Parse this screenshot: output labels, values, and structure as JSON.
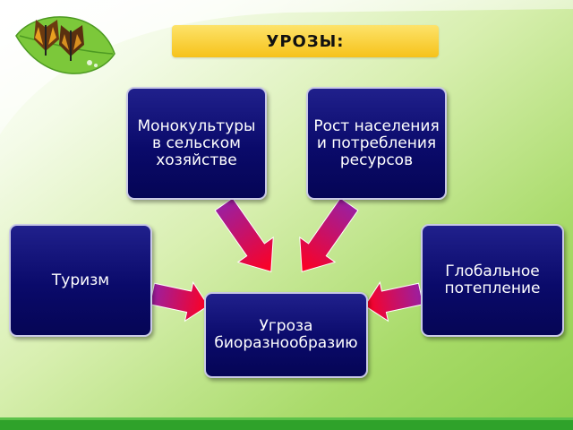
{
  "title": "УРОЗЫ:",
  "boxes": {
    "monocultures": "Монокультуры в сельском хозяйстве",
    "population": "Рост населения и потребления ресурсов",
    "tourism": "Туризм",
    "warming": "Глобальное потепление",
    "threat": "Угроза биоразнообразию"
  },
  "colors": {
    "box_fill": "#0a0a6a",
    "banner": "#f6c21a",
    "arrow_start": "#9b1fa0",
    "arrow_end": "#ff0020",
    "bottom_bar": "#2fa22a"
  },
  "icons": [
    "butterfly-icon"
  ]
}
